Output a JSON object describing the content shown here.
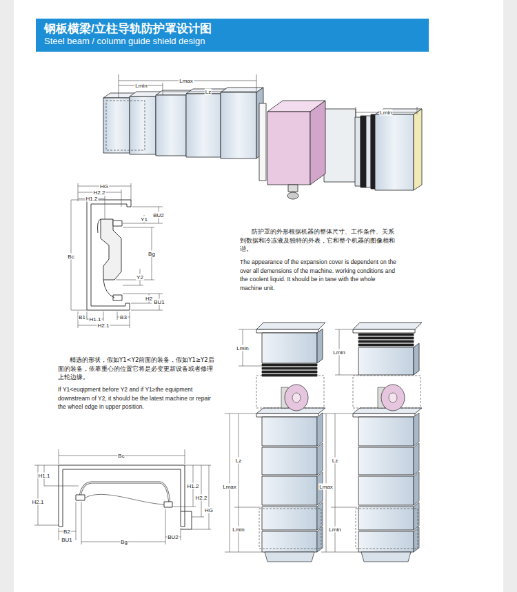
{
  "diagram": {
    "nodes": [
      {
        "text": [
          "钢板横梁/立柱导轨防护罩设计图",
          "Steel beam / column guide shield design"
        ]
      }
    ],
    "labels": [
      "Lmax",
      "Lmin",
      "Lz",
      "Lmin",
      "HG",
      "H2.2",
      "H1.2",
      "Y1",
      "BU2",
      "Bc",
      "Bg",
      "Y2",
      "H2",
      "BU1",
      "B1",
      "H1.1",
      "B3",
      "H2.1",
      "防护罩的外形根据机器的整体尺寸、工作条件、关系到数据和冷冻液及独特的外表，它和整个机器的图像相和谐。",
      "The appearance of the expansion cover is dependent on the over all demensions of the machine. working conditions and the coolent liquid. It should be in tane with the whole machine unit.",
      "精选的形状，假如Y1<Y2前面的装备，假如Y1≥Y2后面的装备，依靠重心的位置它将是必变更新设备或者修理上轮边缘。",
      "If Y1<euqipment before Y2 and if Y1≥the equipment downstream of Y2, it should be the latest machine or repair the wheel edge in upper position.",
      "Lmin",
      "Lz",
      "Lmax",
      "Lmin",
      "Lmin",
      "Lz",
      "Lmax",
      "Lmin",
      "Bc",
      "H1.1",
      "H2.1",
      "H1.2",
      "H2.2",
      "HG",
      "B2",
      "BU1",
      "Bg",
      "BU2"
    ]
  }
}
